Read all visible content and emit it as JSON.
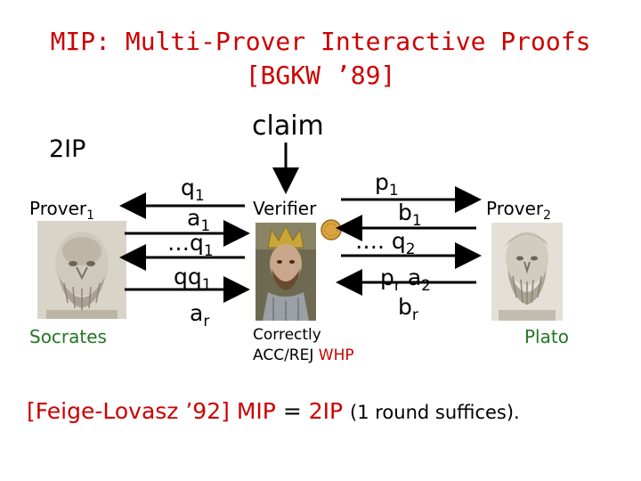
{
  "title": {
    "line1": "MIP:  Multi-Prover Interactive Proofs",
    "line2": "[BGKW ’89]"
  },
  "claim": "claim",
  "model": "2IP",
  "prover1": {
    "label": "Prover",
    "sub": "1",
    "name": "Socrates"
  },
  "prover2": {
    "label": "Prover",
    "sub": "2",
    "name": "Plato"
  },
  "verifier": {
    "label": "Verifier",
    "output_line1": "Correctly",
    "output_line2_a": "ACC/REJ",
    "output_line2_b": "WHP"
  },
  "left_messages": {
    "q1": "q",
    "q1_sub": "1",
    "a1": "a",
    "a1_sub": "1",
    "dots_q1": "…q",
    "dots_q1_sub": "1",
    "qq1": "qq",
    "qq1_sub": "1",
    "ar": "a",
    "ar_sub": "r"
  },
  "right_messages": {
    "p1": "p",
    "p1_sub": "1",
    "b1": "b",
    "b1_sub": "1",
    "dots_q2": "…. q",
    "dots_q2_sub": "2",
    "pr": "p",
    "pr_sub": "r",
    "a2": "a",
    "a2_sub": "2",
    "br": "b",
    "br_sub": "r"
  },
  "footer": {
    "ref": "[Feige-Lovasz ’92]",
    "mip": "MIP",
    "eq": "=",
    "ip": "2IP",
    "note": "(1 round suffices)."
  },
  "colors": {
    "accent": "#cc0000",
    "arrow": "#000000"
  }
}
